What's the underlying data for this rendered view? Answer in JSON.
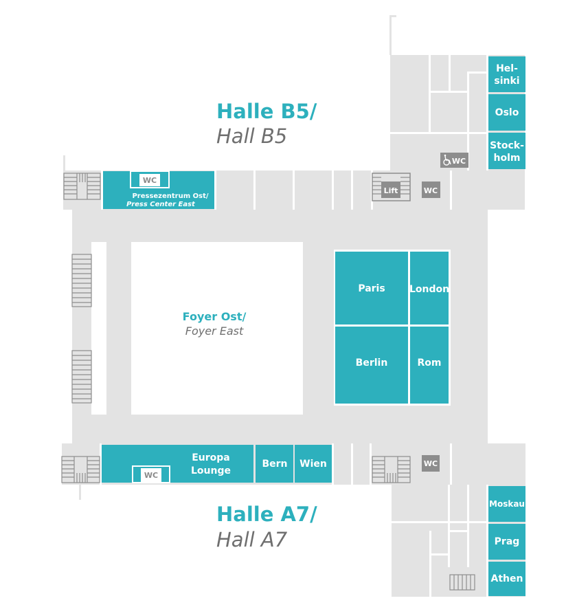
{
  "colors": {
    "teal": "#2db0bd",
    "floor": "#e3e3e3",
    "wall": "#ffffff",
    "grey_text": "#6f6f6f",
    "wc_badge": "#8d8d8d"
  },
  "halls": {
    "b5": {
      "de": "Halle B5/",
      "en": "Hall B5"
    },
    "a7": {
      "de": "Halle A7/",
      "en": "Hall A7"
    }
  },
  "foyer": {
    "de": "Foyer Ost/",
    "en": "Foyer East"
  },
  "rooms": {
    "helsinki": [
      "Hel-",
      "sinki"
    ],
    "oslo": "Oslo",
    "stockholm": [
      "Stock-",
      "holm"
    ],
    "press_center": {
      "de": "Pressezentrum Ost/",
      "en": "Press Center East"
    },
    "paris": "Paris",
    "london": "London",
    "berlin": "Berlin",
    "rom": "Rom",
    "europa_lounge": [
      "Europa",
      "Lounge"
    ],
    "bern": "Bern",
    "wien": "Wien",
    "moskau": "Moskau",
    "prag": "Prag",
    "athen": "Athen"
  },
  "facilities": {
    "wc": "WC",
    "lift": "Lift",
    "accessible_icon": "wheelchair-icon"
  }
}
